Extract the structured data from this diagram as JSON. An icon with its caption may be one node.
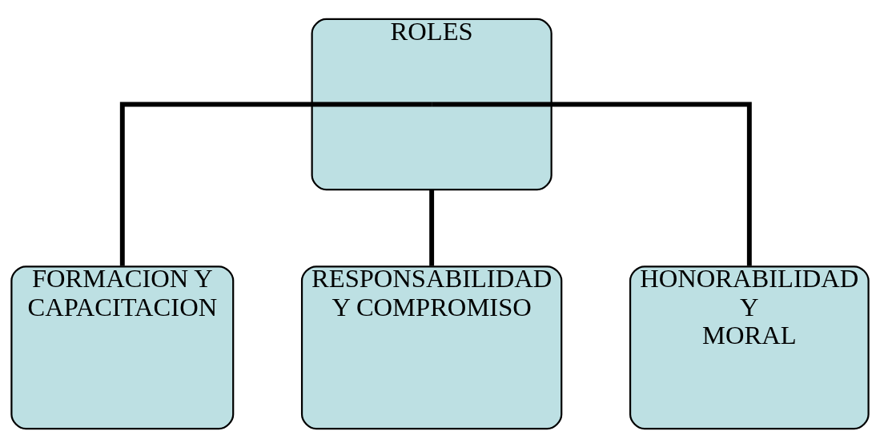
{
  "diagram": {
    "nodes": [
      {
        "text": [
          "ROLES"
        ]
      },
      {
        "text": [
          "FORMACION Y CAPACITACION"
        ]
      },
      {
        "text": [
          "RESPONSABILIDAD Y COMPROMISO"
        ]
      },
      {
        "text": [
          "HONORABILIDAD Y MORAL"
        ]
      }
    ],
    "edges": [
      {
        "from": 0,
        "to": 1,
        "arrow": "none"
      },
      {
        "from": 0,
        "to": 2,
        "arrow": "none"
      },
      {
        "from": 0,
        "to": 3,
        "arrow": "none"
      }
    ]
  }
}
